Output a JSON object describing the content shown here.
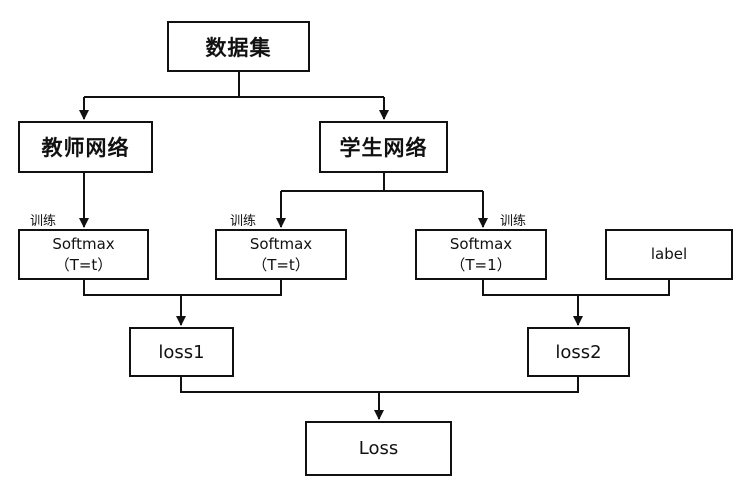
{
  "nodes": {
    "dataset": "数据集",
    "teacher_net": "教师网络",
    "student_net": "学生网络",
    "softmax_teacher": {
      "line1": "Softmax",
      "line2": "（T=t）"
    },
    "softmax_student_t": {
      "line1": "Softmax",
      "line2": "（T=t）"
    },
    "softmax_student_1": {
      "line1": "Softmax",
      "line2": "（T=1）"
    },
    "label": "label",
    "loss1": "loss1",
    "loss2": "loss2",
    "loss": "Loss"
  },
  "edge_labels": {
    "train_teacher": "训练",
    "train_student_t": "训练",
    "train_student_1": "训练"
  }
}
